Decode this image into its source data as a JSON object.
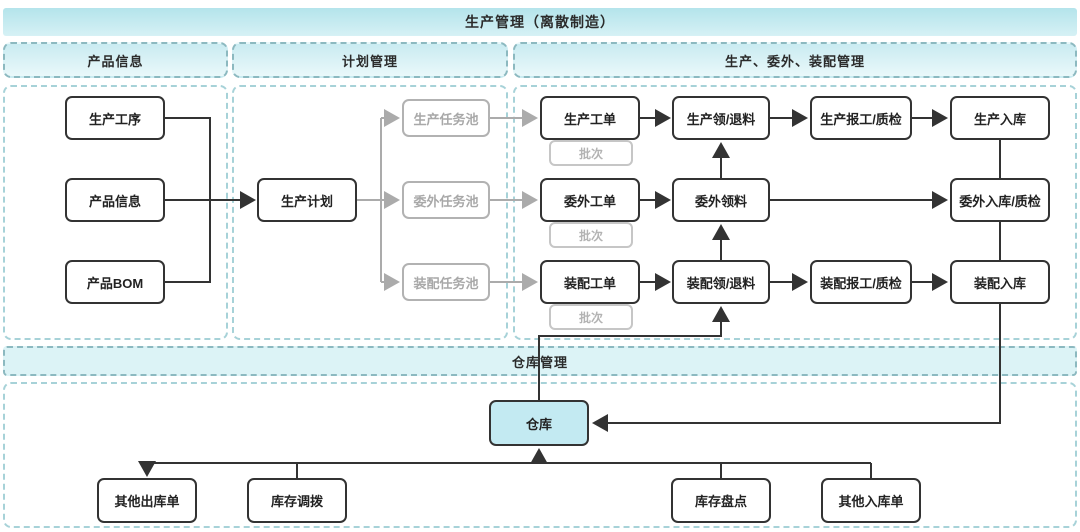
{
  "title": "生产管理（离散制造）",
  "sections": {
    "product_info": {
      "header": "产品信息"
    },
    "plan_mgmt": {
      "header": "计划管理"
    },
    "production_mgmt": {
      "header": "生产、委外、装配管理"
    },
    "warehouse_mgmt": {
      "header": "仓库管理"
    }
  },
  "nodes": {
    "production_process": {
      "label": "生产工序"
    },
    "product_info": {
      "label": "产品信息"
    },
    "product_bom": {
      "label": "产品BOM"
    },
    "production_plan": {
      "label": "生产计划"
    },
    "production_task_pool": {
      "label": "生产任务池"
    },
    "outsourcing_task_pool": {
      "label": "委外任务池"
    },
    "assembly_task_pool": {
      "label": "装配任务池"
    },
    "production_work_order": {
      "label": "生产工单"
    },
    "outsourcing_work_order": {
      "label": "委外工单"
    },
    "assembly_work_order": {
      "label": "装配工单"
    },
    "batch": {
      "label": "批次"
    },
    "production_issue_return": {
      "label": "生产领/退料"
    },
    "outsourcing_issue": {
      "label": "委外领料"
    },
    "assembly_issue_return": {
      "label": "装配领/退料"
    },
    "production_report_qc": {
      "label": "生产报工/质检"
    },
    "assembly_report_qc": {
      "label": "装配报工/质检"
    },
    "production_inbound": {
      "label": "生产入库"
    },
    "outsourcing_inbound_qc": {
      "label": "委外入库/质检"
    },
    "assembly_inbound": {
      "label": "装配入库"
    },
    "warehouse": {
      "label": "仓库"
    },
    "other_outbound_order": {
      "label": "其他出库单"
    },
    "inventory_transfer": {
      "label": "库存调拨"
    },
    "inventory_count": {
      "label": "库存盘点"
    },
    "other_inbound_order": {
      "label": "其他入库单"
    }
  },
  "edges": [
    "生产工序→生产计划",
    "产品信息→生产计划",
    "产品BOM→生产计划",
    "生产计划→生产任务池",
    "生产计划→委外任务池",
    "生产计划→装配任务池",
    "生产任务池→生产工单",
    "委外任务池→委外工单",
    "装配任务池→装配工单",
    "生产工单→生产领/退料",
    "生产领/退料→生产报工/质检",
    "生产报工/质检→生产入库",
    "委外工单→委外领料",
    "委外领料→委外入库/质检",
    "委外领料→生产领/退料",
    "装配工单→装配领/退料",
    "装配领/退料→装配报工/质检",
    "装配报工/质检→装配入库",
    "装配领/退料→委外领料",
    "仓库→装配领/退料",
    "生产入库—委外入库/质检",
    "委外入库/质检—装配入库",
    "装配入库→仓库",
    "仓库→其他出库单",
    "库存调拨—仓库",
    "库存盘点—仓库",
    "其他入库单→仓库"
  ],
  "colors": {
    "banner_fill_top": "#b4e4eb",
    "banner_fill_bottom": "#d6f1f5",
    "header_fill": "#d9f1f5",
    "warehouse_banner_fill": "#dcf3f6",
    "warehouse_node_fill": "#c3eaf2",
    "dashed_border_dark": "#8cb9c0",
    "dashed_border_light": "#a7d2d8",
    "line_color": "#333333",
    "gray_line_color": "#ababab",
    "gray_text": "#a8a8a8"
  }
}
